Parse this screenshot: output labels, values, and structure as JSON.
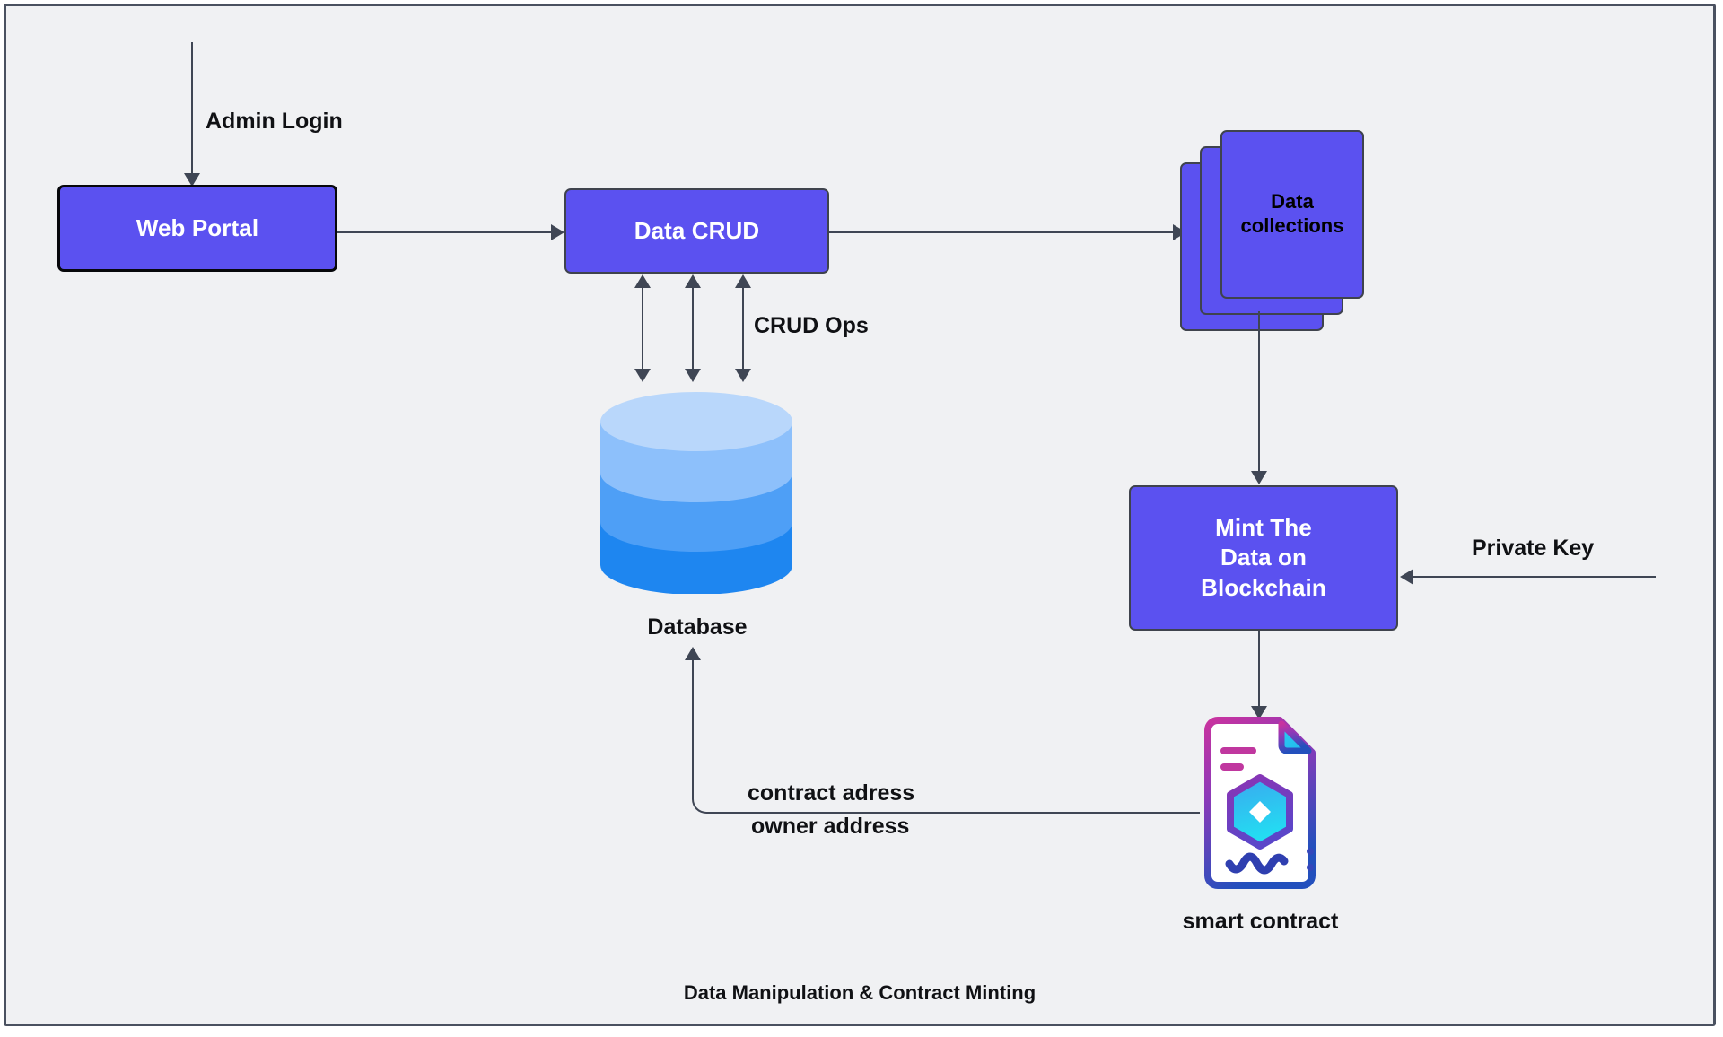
{
  "diagram": {
    "caption": "Data Manipulation & Contract Minting",
    "background_color": "#f0f1f3",
    "frame_color": "#4a5160",
    "node_fill": "#5b51f0",
    "connector_color": "#3f4654"
  },
  "nodes": {
    "web_portal": {
      "label": "Web Portal"
    },
    "data_crud": {
      "label": "Data CRUD"
    },
    "data_collections": {
      "label": "Data\ncollections"
    },
    "database": {
      "label": "Database"
    },
    "mint": {
      "label": "Mint The\nData on\nBlockchain"
    },
    "smart_contract": {
      "label": "smart contract"
    }
  },
  "edge_labels": {
    "admin_login": "Admin Login",
    "crud_ops": "CRUD Ops",
    "private_key": "Private Key",
    "contract_address": "contract adress",
    "owner_address": "owner address"
  },
  "icons": {
    "database": "database-cylinder-icon",
    "smart_contract": "smart-contract-document-icon",
    "collections": "stacked-cards-icon"
  },
  "colors": {
    "db_top": "#b9d7fb",
    "db_mid_light": "#8dc0fb",
    "db_mid": "#55a2f7",
    "db_bottom": "#1e86f0",
    "doc_magenta": "#c0379f",
    "doc_purple": "#6d3fc4",
    "doc_blue": "#2a4bb5",
    "doc_cyan": "#2ad4f0"
  }
}
